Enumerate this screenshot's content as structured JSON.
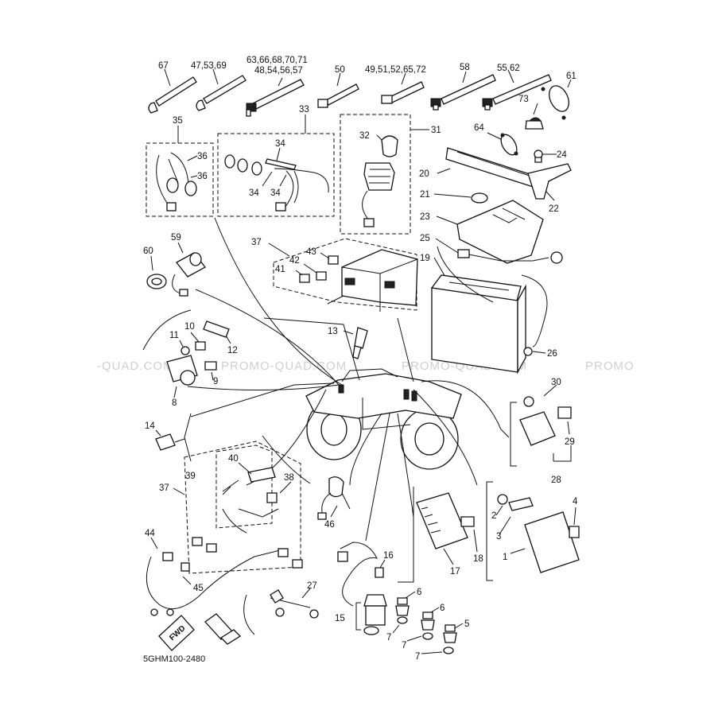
{
  "diagram": {
    "code": "5GHM100-2480",
    "watermarks": [
      "-QUAD.COM",
      "PROMO-QUAD.COM",
      "PROMO-QUAD.COM",
      "PROMO"
    ],
    "fwd_tag": "FWD",
    "labels": {
      "l67": "67",
      "l47": "47,53,69",
      "l63a": "63,66,68,70,71",
      "l63b": "48,54,56,57",
      "l50": "50",
      "l49": "49,51,52,65,72",
      "l58": "58",
      "l55": "55,62",
      "l61": "61",
      "l73": "73",
      "l64": "64",
      "l24": "24",
      "l35": "35",
      "l36a": "36",
      "l36b": "36",
      "l33": "33",
      "l34a": "34",
      "l34b": "34",
      "l34c": "34",
      "l32": "32",
      "l31": "31",
      "l20": "20",
      "l22": "22",
      "l21": "21",
      "l23": "23",
      "l25": "25",
      "l19": "19",
      "l59": "59",
      "l60": "60",
      "l37a": "37",
      "l43": "43",
      "l42": "42",
      "l41": "41",
      "l10": "10",
      "l11": "11",
      "l12": "12",
      "l13": "13",
      "l8": "8",
      "l9": "9",
      "l26": "26",
      "l30": "30",
      "l29": "29",
      "l28": "28",
      "l14": "14",
      "l40": "40",
      "l39": "39",
      "l38": "38",
      "l37b": "37",
      "l46": "46",
      "l44": "44",
      "l45": "45",
      "l27": "27",
      "l16": "16",
      "l15": "15",
      "l6a": "6",
      "l6b": "6",
      "l5": "5",
      "l7a": "7",
      "l7b": "7",
      "l7c": "7",
      "l17": "17",
      "l18": "18",
      "l2": "2",
      "l3": "3",
      "l4": "4",
      "l1": "1"
    }
  }
}
